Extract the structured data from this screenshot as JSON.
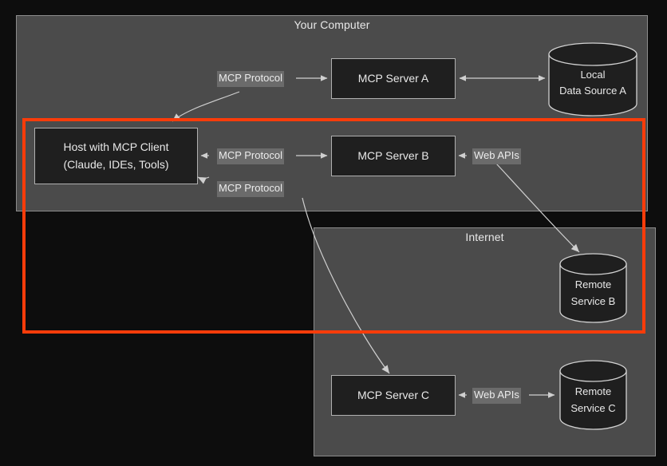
{
  "diagram": {
    "background_color": "#0d0d0d",
    "panel_color": "#4b4b4b",
    "node_color": "#1f1f1f",
    "highlight_color": "#fa3c0a",
    "label_pill_color": "#6b6b6b",
    "text_color": "#e8e8e8"
  },
  "panels": {
    "your_computer": {
      "title": "Your Computer"
    },
    "internet": {
      "title": "Internet"
    }
  },
  "nodes": {
    "host": {
      "line1": "Host with MCP Client",
      "line2": "(Claude, IDEs, Tools)"
    },
    "server_a": {
      "label": "MCP Server A"
    },
    "server_b": {
      "label": "MCP Server B"
    },
    "server_c": {
      "label": "MCP Server C"
    },
    "local_data_source_a": {
      "line1": "Local",
      "line2": "Data Source A"
    },
    "remote_service_b": {
      "line1": "Remote",
      "line2": "Service B"
    },
    "remote_service_c": {
      "line1": "Remote",
      "line2": "Service C"
    }
  },
  "edge_labels": {
    "mcp_protocol_a": "MCP Protocol",
    "mcp_protocol_b": "MCP Protocol",
    "mcp_protocol_c": "MCP Protocol",
    "web_apis_b": "Web APIs",
    "web_apis_c": "Web APIs"
  }
}
